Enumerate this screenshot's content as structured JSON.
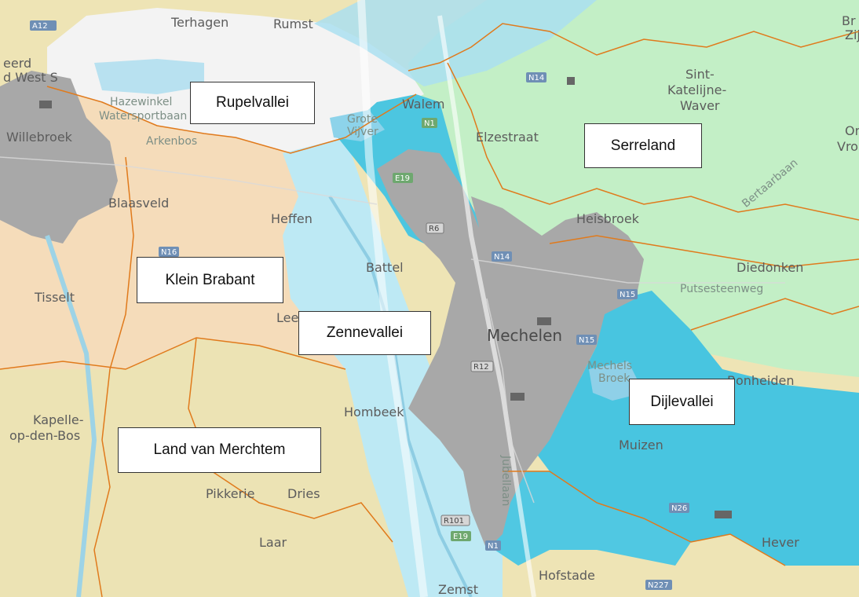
{
  "map": {
    "region_labels": {
      "rupelvallei": "Rupelvallei",
      "serreland": "Serreland",
      "klein_brabant": "Klein Brabant",
      "zennevallei": "Zennevallei",
      "dijlevallei": "Dijlevallei",
      "land_van_merchtem": "Land van Merchtem"
    },
    "places": {
      "terhagen": "Terhagen",
      "rumst": "Rumst",
      "sint_katelijne_1": "Sint-",
      "sint_katelijne_2": "Katelijne-",
      "sint_katelijne_3": "Waver",
      "hazewinkel": "Hazewinkel",
      "watersportbaan": "Watersportbaan",
      "arkenbos": "Arkenbos",
      "grote_vijver_1": "Grote",
      "grote_vijver_2": "Vijver",
      "walem": "Walem",
      "elzestraat": "Elzestraat",
      "willebroek": "Willebroek",
      "blaasveld": "Blaasveld",
      "heffen": "Heffen",
      "heisbroek": "Heisbroek",
      "battel": "Battel",
      "diedonken": "Diedonken",
      "putsesteenweg": "Putsesteenweg",
      "tisselt": "Tisselt",
      "leest": "Lees",
      "mechelen": "Mechelen",
      "mechels_broek_1": "Mechels",
      "mechels_broek_2": "Broek",
      "bonheiden": "Bonheiden",
      "kapelle_1": "Kapelle-",
      "kapelle_2": "op-den-Bos",
      "hombeek": "Hombeek",
      "muizen": "Muizen",
      "jubellaan": "Jubellaan",
      "pikkerie": "Pikkerie",
      "dries": "Dries",
      "laar": "Laar",
      "hever": "Hever",
      "hofstade": "Hofstade",
      "zemst": "Zemst",
      "bertaarbaan": "Bertaarbaan",
      "west_1": "eerd",
      "west_2": "d West S",
      "edge_br": "Br",
      "edge_zij": "Zij",
      "edge_on": "On",
      "edge_vro": "Vro"
    },
    "roads": {
      "n14_north": "N14",
      "n1": "N1",
      "e19": "E19",
      "r6": "R6",
      "n14_city": "N14",
      "n16": "N16",
      "n15": "N15",
      "r12": "R12",
      "n26": "N26",
      "r101": "R101",
      "e19_south": "E19",
      "n1_south": "N1",
      "n227": "N227",
      "n15_east": "N15",
      "a12": "A12"
    },
    "colors": {
      "rupelvallei": "#f2f2f2",
      "serreland": "#c3f0c5",
      "klein_brabant": "#f4dcb9",
      "zennevallei": "#bce9f3",
      "dijlevallei": "#48c8e2",
      "land_van_merchtem": "#ece3b4",
      "mechelen_urban": "#a9a9a9",
      "boundary": "#e07a1c",
      "water": "#8fd0e8"
    }
  }
}
